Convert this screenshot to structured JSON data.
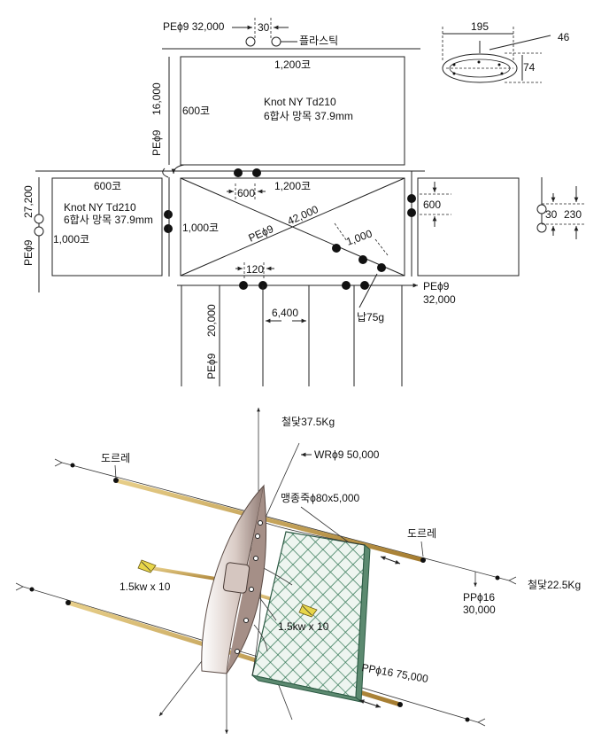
{
  "top_plan": {
    "rope_top": "PEϕ9  32,000",
    "gap_30": "30",
    "float_label": "플라스틱",
    "top_panel": {
      "width": "1,200코",
      "height": "600코",
      "spec1": "Knot NY Td210",
      "spec2": "6합사 망목 37.9mm"
    },
    "left_rope": {
      "material": "PEϕ9",
      "length": "16,000"
    },
    "left_panel": {
      "top": "600코",
      "spec1": "Knot NY Td210",
      "spec2": "6합사 망목 37.9mm",
      "side": "1,000코"
    },
    "far_left_rope": {
      "material": "PEϕ9",
      "length": "27,200"
    },
    "center_panel": {
      "width_top": "1,200코",
      "mesh_600": "600",
      "side": "1,000코",
      "diag_material": "PEϕ9",
      "diag_length": "42,000",
      "spacing": "1,000",
      "gap_120": "120"
    },
    "right_panel": {
      "size": "600"
    },
    "bottom_rope": {
      "material": "PEϕ9",
      "length": "32,000"
    },
    "sinker": "납75g",
    "bottom_lines": {
      "spacing": "6,400",
      "length": "20,000",
      "material": "PEϕ9"
    },
    "float_detail": {
      "width": "195",
      "thickness": "46",
      "height": "74"
    },
    "right_float": {
      "gap": "30",
      "height": "230"
    }
  },
  "perspective": {
    "anchor_top": "철닻37.5Kg",
    "wire": "WRϕ9  50,000",
    "bamboo": "맹종죽ϕ80x5,000",
    "pulley_left": "도르레",
    "pulley_right": "도르레",
    "anchor_right": "철닻22.5Kg",
    "rope_pp": "PPϕ16",
    "rope_pp_length": "30,000",
    "lamp_left": "1.5kw x 10",
    "lamp_right": "1.5kw x 10",
    "rope_pp_bottom": "PPϕ16  75,000"
  },
  "colors": {
    "net": "#3f7f5f",
    "net_fill": "#eaf3ee",
    "boat": "#b9a7a0",
    "pole": "#c9a25a"
  }
}
